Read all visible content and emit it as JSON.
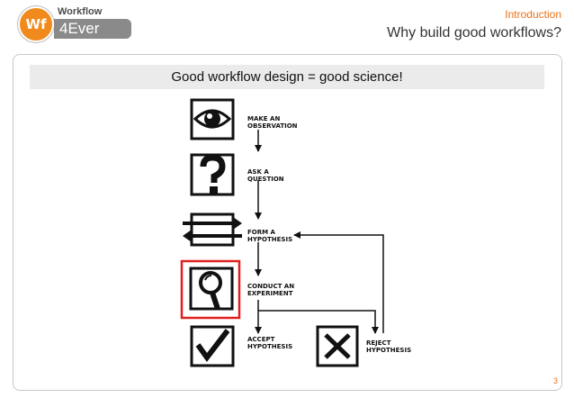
{
  "header": {
    "logo": {
      "mark": "Wf",
      "top": "Workflow",
      "name": "4Ever"
    },
    "section": "Introduction",
    "title": "Why build good workflows?"
  },
  "banner": "Good workflow design = good science!",
  "diagram": {
    "steps": [
      {
        "label": "MAKE AN\nOBSERVATION",
        "icon": "eye-icon"
      },
      {
        "label": "ASK A\nQUESTION",
        "icon": "question-mark-icon"
      },
      {
        "label": "FORM A\nHYPOTHESIS",
        "icon": "arrows-icon"
      },
      {
        "label": "CONDUCT AN\nEXPERIMENT",
        "icon": "magnifier-icon",
        "highlight_color": "#e02020"
      },
      {
        "label": "ACCEPT\nHYPOTHESIS",
        "icon": "checkmark-icon"
      },
      {
        "label": "REJECT\nHYPOTHESIS",
        "icon": "cross-icon"
      }
    ]
  },
  "footer": {
    "page": "3"
  },
  "colors": {
    "accent": "#e8731a",
    "highlight": "#e02020",
    "banner_bg": "#ebebeb"
  }
}
